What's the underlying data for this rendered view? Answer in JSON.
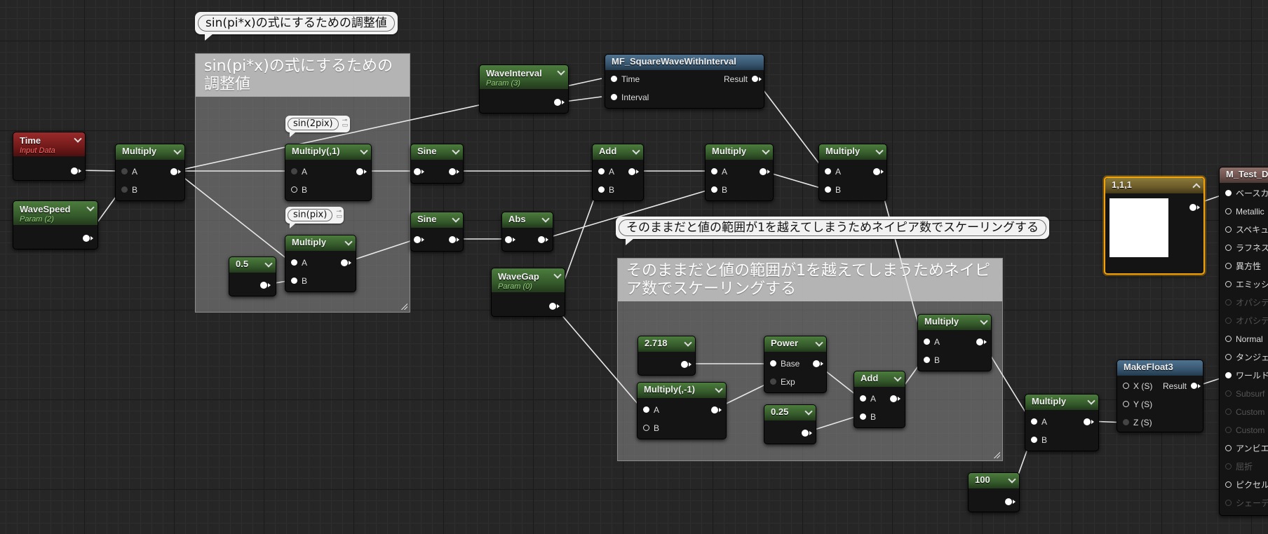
{
  "comments": {
    "sin_adjust": "sin(pi*x)の式にするための調整値",
    "scaling": "そのままだと値の範囲が1を越えてしまうためネイピア数でスケーリングする"
  },
  "bubbles": {
    "multiply_1": "sin(2pix)",
    "multiply_2": "sin(pix)"
  },
  "nodes": {
    "time": {
      "title": "Time",
      "subtitle": "Input Data"
    },
    "wave_speed": {
      "title": "WaveSpeed",
      "subtitle": "Param (2)"
    },
    "multiply_a": {
      "title": "Multiply",
      "a": "A",
      "b": "B"
    },
    "multiply_1": {
      "title": "Multiply(,1)",
      "a": "A",
      "b": "B"
    },
    "multiply_pi": {
      "title": "Multiply",
      "a": "A",
      "b": "B"
    },
    "const_05": {
      "title": "0.5"
    },
    "wave_interval": {
      "title": "WaveInterval",
      "subtitle": "Param (3)"
    },
    "square_wave": {
      "title": "MF_SquareWaveWithInterval",
      "time": "Time",
      "interval": "Interval",
      "result": "Result"
    },
    "sine_1": {
      "title": "Sine"
    },
    "sine_2": {
      "title": "Sine"
    },
    "abs": {
      "title": "Abs"
    },
    "add_1": {
      "title": "Add",
      "a": "A",
      "b": "B"
    },
    "multiply_c": {
      "title": "Multiply",
      "a": "A",
      "b": "B"
    },
    "multiply_d": {
      "title": "Multiply",
      "a": "A",
      "b": "B"
    },
    "wave_gap": {
      "title": "WaveGap",
      "subtitle": "Param (0)"
    },
    "const_2718": {
      "title": "2.718"
    },
    "multiply_neg1": {
      "title": "Multiply(,-1)",
      "a": "A",
      "b": "B"
    },
    "power": {
      "title": "Power",
      "base": "Base",
      "exp": "Exp"
    },
    "const_025": {
      "title": "0.25"
    },
    "add_2": {
      "title": "Add",
      "a": "A",
      "b": "B"
    },
    "multiply_e": {
      "title": "Multiply",
      "a": "A",
      "b": "B"
    },
    "multiply_f": {
      "title": "Multiply",
      "a": "A",
      "b": "B"
    },
    "const_100": {
      "title": "100"
    },
    "const_vec": {
      "title": "1,1,1",
      "swatch_color": "#ffffff"
    },
    "make_float3": {
      "title": "MakeFloat3",
      "x": "X (S)",
      "y": "Y (S)",
      "z": "Z (S)",
      "result": "Result"
    },
    "material": {
      "title": "M_Test_D",
      "pins": [
        "ベースカ",
        "Metallic",
        "スペキュ",
        "ラフネス",
        "異方性",
        "エミッシ",
        "オパシテ",
        "オパシテ",
        "Normal",
        "タンジェ",
        "ワールド",
        "Subsurf",
        "Custom",
        "Custom",
        "アンビエ",
        "屈折",
        "ピクセル",
        "シェーデ"
      ]
    }
  },
  "colors": {
    "selection": "#f2a20a",
    "wire": "#e8e8e8"
  }
}
